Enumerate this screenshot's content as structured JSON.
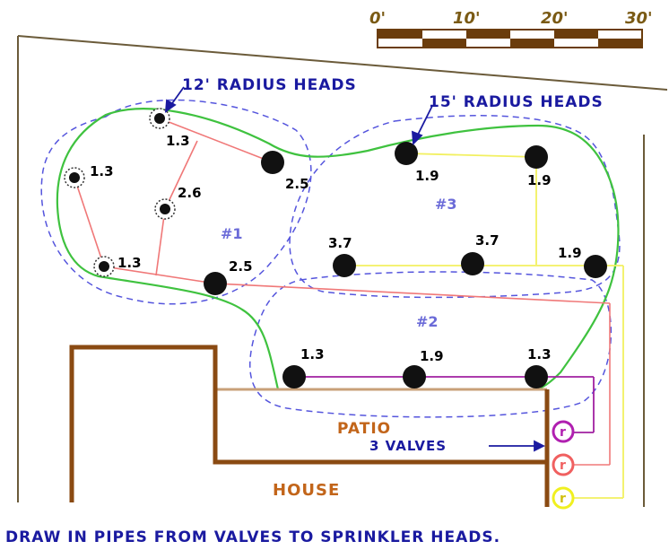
{
  "scale": {
    "ticks": [
      "0'",
      "10'",
      "20'",
      "30'"
    ]
  },
  "labels": {
    "radius_12": "12' RADIUS HEADS",
    "radius_15": "15' RADIUS HEADS",
    "patio": "PATIO",
    "valves": "3 VALVES",
    "house": "HOUSE",
    "instruction": "DRAW IN PIPES FROM VALVES TO SPRINKLER HEADS."
  },
  "zones": {
    "zone_1": "#1",
    "zone_2": "#2",
    "zone_3": "#3"
  },
  "heads": {
    "z1_top": "1.3",
    "z1_left": "1.3",
    "z1_mid": "2.6",
    "z1_lower": "1.3",
    "z1_right_top": "2.5",
    "z1_right_bottom": "2.5",
    "z3_top_left": "1.9",
    "z3_top_right": "1.9",
    "z3_right": "1.9",
    "z3_mid_left": "3.7",
    "z3_mid_right": "3.7",
    "z2_left": "1.3",
    "z2_mid": "1.9",
    "z2_right": "1.3"
  },
  "valve_label": "r",
  "colors": {
    "lawn_edge": "#3fc23f",
    "coverage": "#5555dd",
    "zone1_pipe": "#f07878",
    "zone2_pipe": "#a020a0",
    "zone3_pipe": "#f2f060",
    "house_wall": "#8a4a12",
    "patio_edge": "#c8a078",
    "valve_magenta": "#b020b0",
    "valve_pink": "#f06060",
    "valve_yellow": "#f0f020"
  }
}
